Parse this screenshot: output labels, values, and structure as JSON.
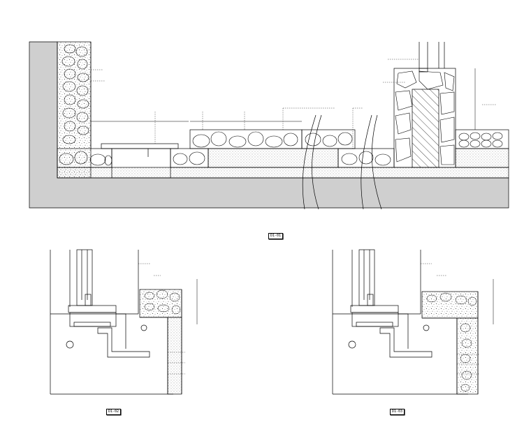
{
  "drawing_tags": {
    "main_section": "D1-01",
    "detail_left": "D1-02",
    "detail_right": "D1-03"
  },
  "colors": {
    "wall_fill": "#cfcfcf",
    "line": "#000000",
    "background": "#ffffff"
  }
}
